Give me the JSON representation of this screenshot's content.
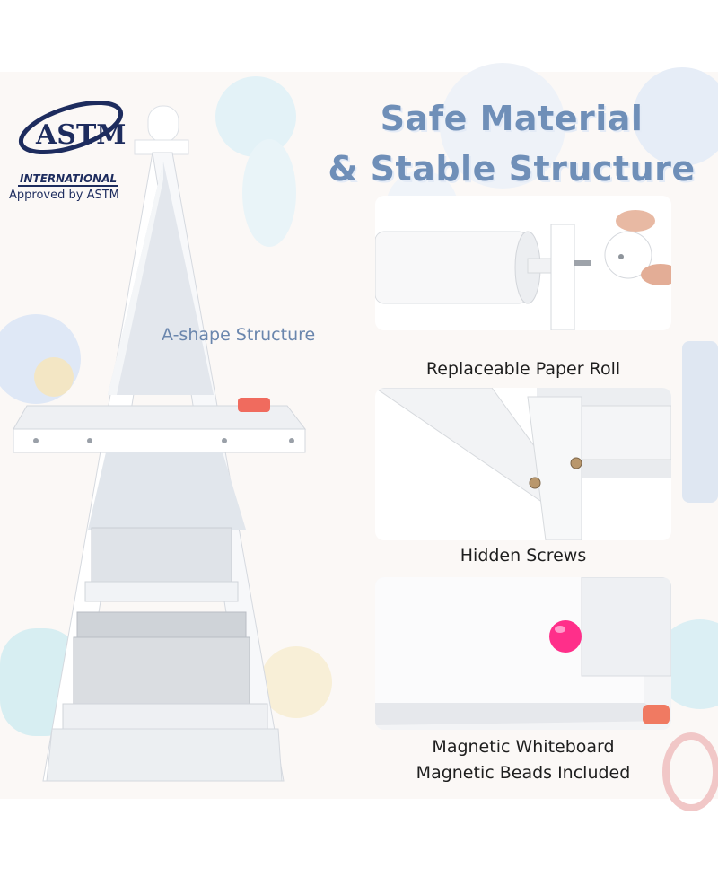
{
  "certification": {
    "logo_text": "ASTM",
    "logo_subtext": "INTERNATIONAL",
    "caption": "Approved by ASTM"
  },
  "headline": {
    "line1": "Safe Material",
    "line2": "& Stable Structure"
  },
  "product": {
    "structure_label": "A-shape Structure"
  },
  "features": [
    {
      "caption": "Replaceable Paper Roll",
      "icon": "paper-roll-detail"
    },
    {
      "caption": "Hidden Screws",
      "icon": "screw-detail"
    },
    {
      "caption_line1": "Magnetic Whiteboard",
      "caption_line2": "Magnetic Beads Included",
      "icon": "magnet-bead-detail"
    }
  ],
  "colors": {
    "headline": "#6f8fb8",
    "logo_navy": "#1d2c5e",
    "easel_white": "#f5f6f8",
    "panel_gray": "#e8ebee",
    "bead_pink": "#ff2f8a"
  }
}
